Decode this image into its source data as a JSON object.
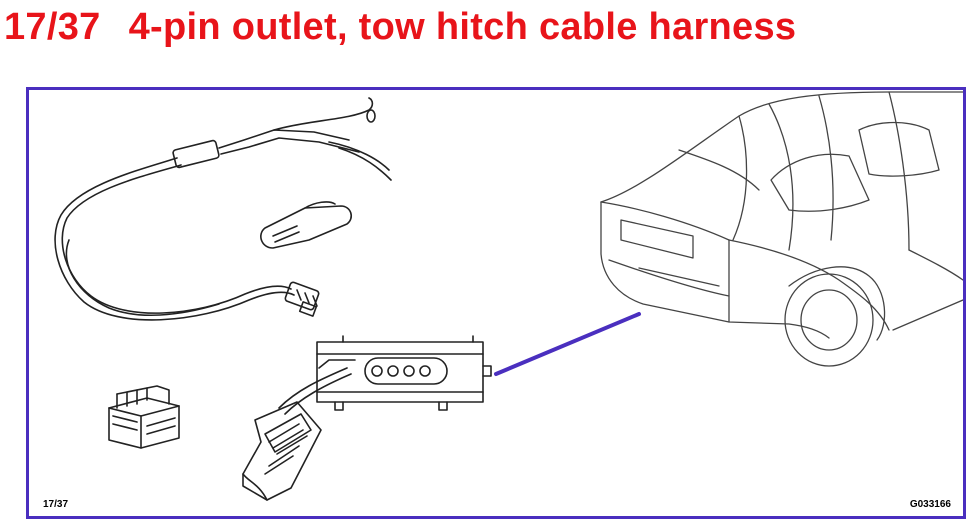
{
  "header": {
    "page": "17/37",
    "title": "4-pin outlet, tow hitch cable harness"
  },
  "figure": {
    "page_ref": "17/37",
    "drawing_id": "G033166",
    "icons": [
      "cable-harness-icon",
      "connector-block-icon",
      "four-pin-outlet-icon",
      "car-rear-icon"
    ],
    "colors": {
      "title": "#e8141a",
      "frame": "#4a2fbf",
      "pointer": "#4a2fbf"
    }
  }
}
